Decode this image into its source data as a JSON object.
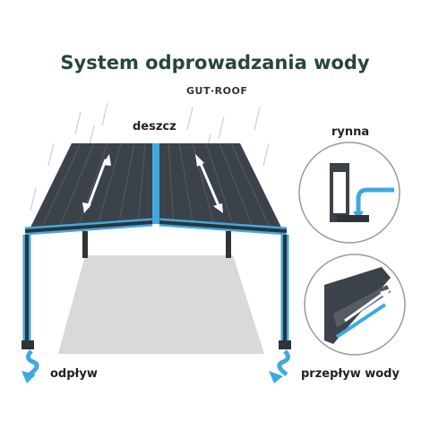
{
  "title": "System odprowadzania wody",
  "brand": "GUT·ROOF",
  "labels": {
    "rain": "deszcz",
    "gutter": "rynna",
    "drain": "odpływ",
    "water_flow": "przepływ wody"
  },
  "colors": {
    "title": "#24483a",
    "water": "#3fa9e0",
    "frame": "#2f3338",
    "roof": "#3c4249",
    "floor": "#d9d9d9",
    "circle_border": "#9a9a9a"
  },
  "icons": [
    "rain-drop-icon",
    "water-splash-icon",
    "flow-arrow-icon"
  ]
}
